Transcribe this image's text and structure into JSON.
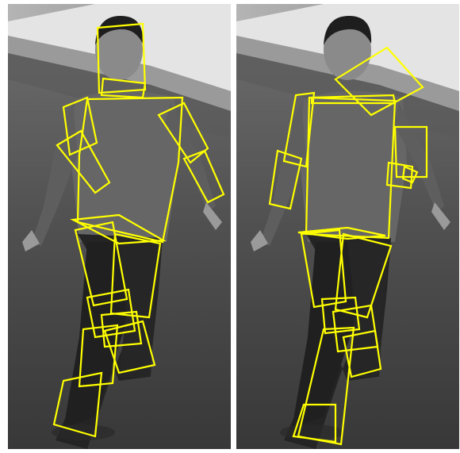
{
  "figure": {
    "panel_count": 2,
    "colors": {
      "background": "#ffffff",
      "part_box": "#ffff00",
      "scene_floor": "#4a4a4a",
      "scene_wall": "#a8a8a8",
      "desk_top": "#e6e6e6",
      "shirt": "#6a6a6a",
      "pants": "#262626",
      "skin": "#8c8c8c",
      "hair": "#1e1e1e"
    },
    "panels": [
      {
        "id": "left",
        "annotation": "body-part-boxes"
      },
      {
        "id": "right",
        "annotation": "body-part-boxes"
      }
    ]
  }
}
